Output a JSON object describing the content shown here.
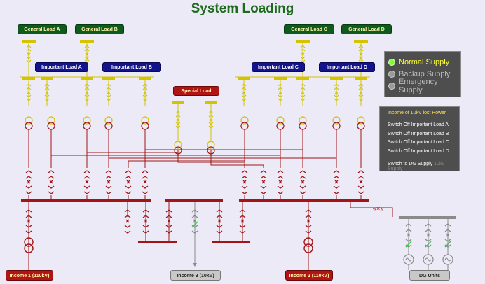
{
  "title": "System Loading",
  "loads": {
    "general_a": "General Load A",
    "general_b": "General Load B",
    "general_c": "General Load C",
    "general_d": "General Load D",
    "important_a": "Important Load A",
    "important_b": "Important Load B",
    "important_c": "Important Load C",
    "important_d": "Important Load D",
    "special": "Special Load"
  },
  "incomes": {
    "income1": "Income 1 (110kV)",
    "income3": "Income 3 (10kV)",
    "income2": "Income 2 (110kV)",
    "dg_units": "DG Units"
  },
  "supply_options": [
    {
      "label": "Normal Supply",
      "selected": true
    },
    {
      "label": "Backup Supply",
      "selected": false
    },
    {
      "label": "Emergency Supply",
      "selected": false
    }
  ],
  "event_panel": {
    "heading": "Income of 10kV lost Power",
    "actions": [
      "Switch Off Important Load A",
      "Switch Off Important Load B",
      "Switch Off Important Load C",
      "Switch Off Important Load D"
    ],
    "dg_action": "Switch to DG Supply",
    "dg_action_status": "10kv Supply"
  },
  "colors": {
    "busbar": "#a31515",
    "low_voltage": "#d4c400",
    "general_label": "#0f5a1d",
    "important_label": "#14148a",
    "special_label": "#b11414",
    "grey_equipment": "#8a8a8a",
    "active_option": "#ffff33"
  }
}
